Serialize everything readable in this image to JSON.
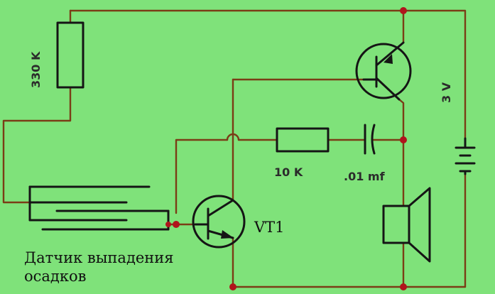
{
  "labels": {
    "r1": "330 K",
    "r2": "10 K",
    "cap": ".01 mf",
    "battery": "3 V",
    "transistor": "VT1",
    "sensor_line1": "Датчик выпадения",
    "sensor_line2": "осадков"
  },
  "colors": {
    "background": "#7fe27a",
    "wire": "#7a3d16",
    "component": "#151515",
    "junction": "#b0141c"
  }
}
